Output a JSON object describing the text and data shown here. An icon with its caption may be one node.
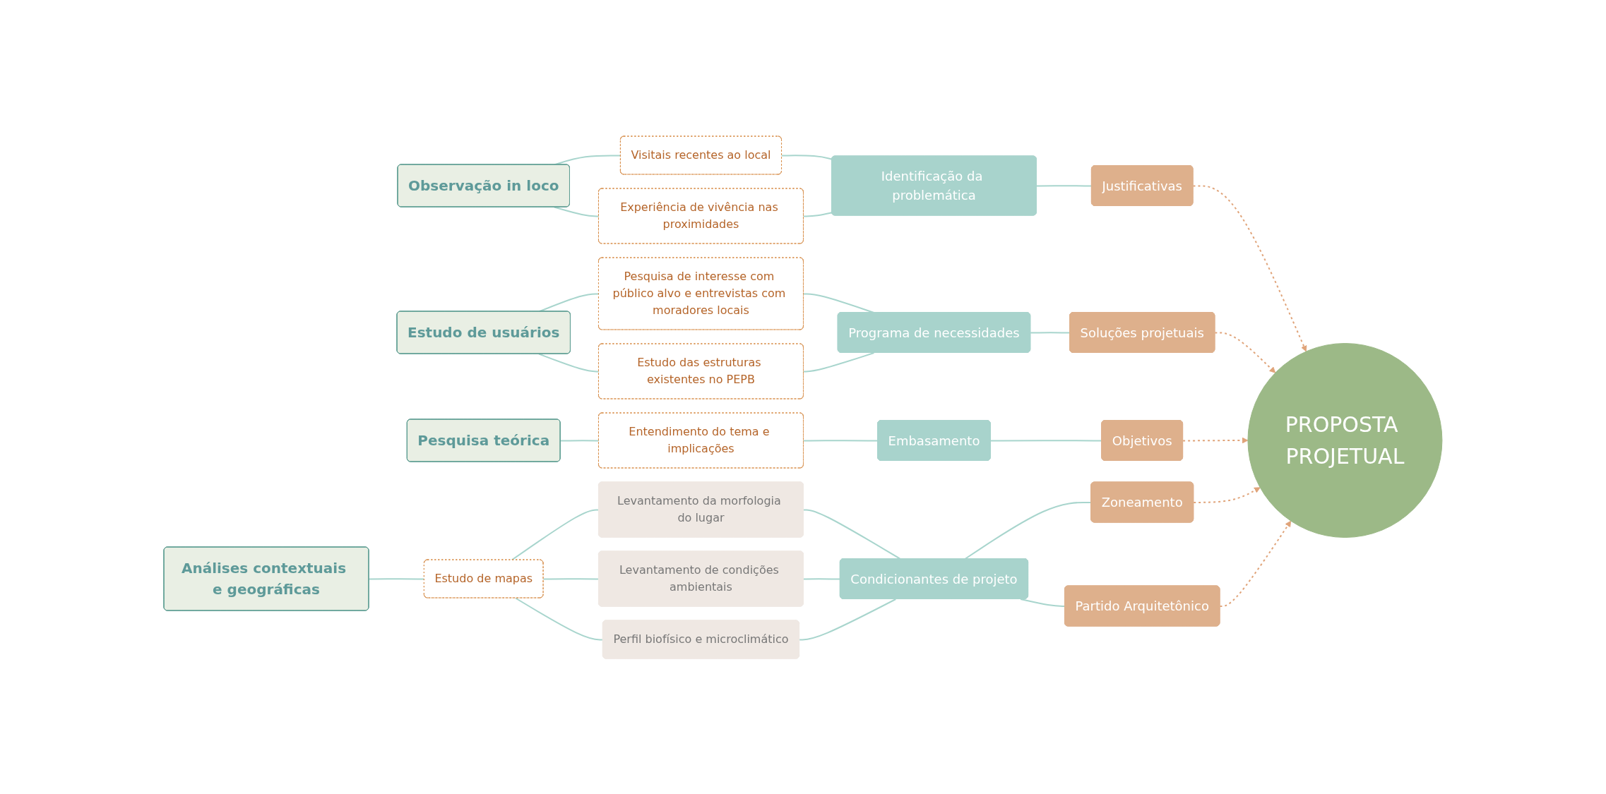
{
  "diagram": {
    "nodes": [
      {
        "text": [
          "Observação in loco"
        ]
      },
      {
        "text": [
          "Visitais recentes ao local"
        ]
      },
      {
        "text": [
          "Experiência de vivência nas proximidades"
        ]
      },
      {
        "text": [
          "Identificação da problemática"
        ]
      },
      {
        "text": [
          "Justificativas"
        ]
      },
      {
        "text": [
          "PROPOSTA PROJETUAL"
        ]
      },
      {
        "text": [
          "Estudo de usuários"
        ]
      },
      {
        "text": [
          "Pesquisa de interesse com público alvo e entrevistas com moradores locais"
        ]
      },
      {
        "text": [
          "Estudo das estruturas existentes no PEPB"
        ]
      },
      {
        "text": [
          "Programa de necessidades"
        ]
      },
      {
        "text": [
          "Soluções projetuais"
        ]
      },
      {
        "text": [
          "Pesquisa teórica"
        ]
      },
      {
        "text": [
          "Entendimento do tema e implicações"
        ]
      },
      {
        "text": [
          "Embasamento"
        ]
      },
      {
        "text": [
          "Objetivos"
        ]
      },
      {
        "text": [
          "Levantamento da morfologia do lugar"
        ]
      },
      {
        "text": [
          "Análises contextuais e geográficas"
        ]
      },
      {
        "text": [
          "Estudo de mapas"
        ]
      },
      {
        "text": [
          "Levantamento de condições ambientais"
        ]
      },
      {
        "text": [
          "Condicionantes de projeto"
        ]
      },
      {
        "text": [
          "Zoneamento"
        ]
      },
      {
        "text": [
          "Partido Arquitetônico"
        ]
      },
      {
        "text": [
          "Perfil biofísico e microclimático"
        ]
      }
    ],
    "edges": [
      {
        "from": 0,
        "to": 1,
        "arrow": "none"
      },
      {
        "from": 0,
        "to": 2,
        "arrow": "none"
      },
      {
        "from": 1,
        "to": 3,
        "arrow": "none"
      },
      {
        "from": 2,
        "to": 3,
        "arrow": "none"
      },
      {
        "from": 3,
        "to": 4,
        "arrow": "none"
      },
      {
        "from": 4,
        "to": 5,
        "arrow": "to",
        "style": "dashed",
        "color": "#e0a47a"
      },
      {
        "from": 6,
        "to": 7,
        "arrow": "none"
      },
      {
        "from": 6,
        "to": 8,
        "arrow": "none"
      },
      {
        "from": 7,
        "to": 9,
        "arrow": "none"
      },
      {
        "from": 8,
        "to": 9,
        "arrow": "none"
      },
      {
        "from": 9,
        "to": 10,
        "arrow": "none"
      },
      {
        "from": 10,
        "to": 5,
        "arrow": "to",
        "style": "dashed",
        "color": "#e0a47a"
      },
      {
        "from": 11,
        "to": 12,
        "arrow": "none"
      },
      {
        "from": 12,
        "to": 13,
        "arrow": "none"
      },
      {
        "from": 13,
        "to": 14,
        "arrow": "none"
      },
      {
        "from": 14,
        "to": 5,
        "arrow": "to",
        "style": "dashed",
        "color": "#e0a47a"
      },
      {
        "from": 16,
        "to": 17,
        "arrow": "none"
      },
      {
        "from": 17,
        "to": 15,
        "arrow": "none"
      },
      {
        "from": 17,
        "to": 18,
        "arrow": "none"
      },
      {
        "from": 17,
        "to": 22,
        "arrow": "none"
      },
      {
        "from": 15,
        "to": 19,
        "arrow": "none"
      },
      {
        "from": 18,
        "to": 19,
        "arrow": "none"
      },
      {
        "from": 22,
        "to": 19,
        "arrow": "none"
      },
      {
        "from": 19,
        "to": 20,
        "arrow": "none"
      },
      {
        "from": 19,
        "to": 21,
        "arrow": "none"
      },
      {
        "from": 20,
        "to": 5,
        "arrow": "to",
        "style": "dashed",
        "color": "#e0a47a"
      },
      {
        "from": 21,
        "to": 5,
        "arrow": "to",
        "style": "dashed",
        "color": "#e0a47a"
      }
    ]
  }
}
